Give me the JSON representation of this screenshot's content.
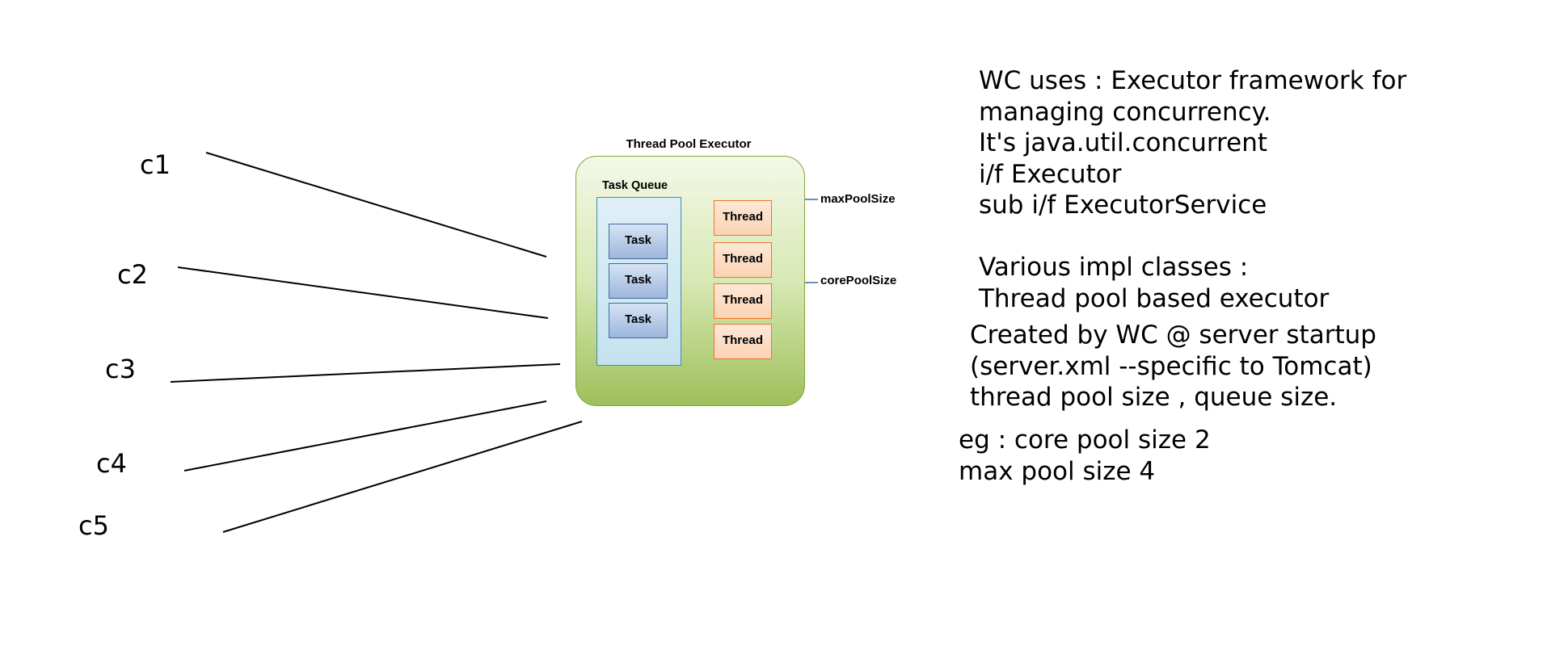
{
  "clients": [
    "c1",
    "c2",
    "c3",
    "c4",
    "c5"
  ],
  "executor": {
    "title": "Thread Pool Executor",
    "queue_title": "Task Queue",
    "tasks": [
      "Task",
      "Task",
      "Task"
    ],
    "threads": [
      "Thread",
      "Thread",
      "Thread",
      "Thread"
    ],
    "max_pool_label": "maxPoolSize",
    "core_pool_label": "corePoolSize"
  },
  "colors": {
    "executor_border": "#82a63c",
    "queue_border": "#3e8fa8",
    "task_border": "#3f6aa0",
    "thread_border": "#e8762c",
    "arrow": "#3b6a9c"
  },
  "notes": {
    "block_a": [
      "WC uses : Executor framework for",
      "managing concurrency.",
      "It's java.util.concurrent",
      "i/f Executor",
      "sub i/f ExecutorService"
    ],
    "block_b": [
      "Various impl classes :",
      "Thread pool based executor"
    ],
    "block_c": [
      "Created by WC @ server startup",
      "(server.xml --specific to Tomcat)",
      "thread pool size , queue size."
    ],
    "block_d": [
      "eg : core pool size 2",
      "max pool size 4"
    ]
  }
}
